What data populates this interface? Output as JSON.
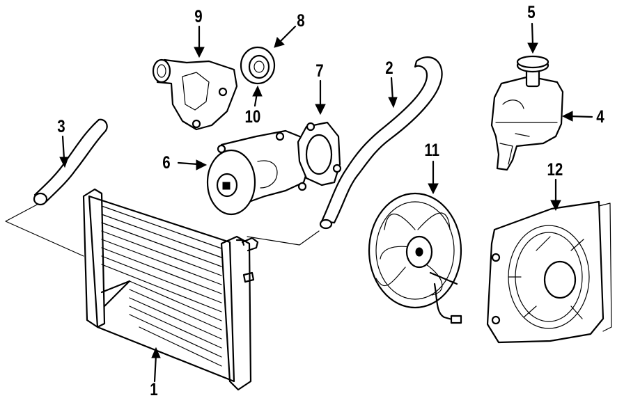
{
  "callouts": [
    {
      "id": "radiator",
      "label": "1"
    },
    {
      "id": "upper-hose",
      "label": "2"
    },
    {
      "id": "lower-hose",
      "label": "3"
    },
    {
      "id": "reservoir",
      "label": "4"
    },
    {
      "id": "reservoir-cap",
      "label": "5"
    },
    {
      "id": "water-pump",
      "label": "6"
    },
    {
      "id": "pump-gasket",
      "label": "7"
    },
    {
      "id": "thermostat",
      "label": "8"
    },
    {
      "id": "thermostat-housing",
      "label": "9"
    },
    {
      "id": "thermostat-seal",
      "label": "10"
    },
    {
      "id": "fan-motor",
      "label": "11"
    },
    {
      "id": "fan-shroud",
      "label": "12"
    }
  ]
}
